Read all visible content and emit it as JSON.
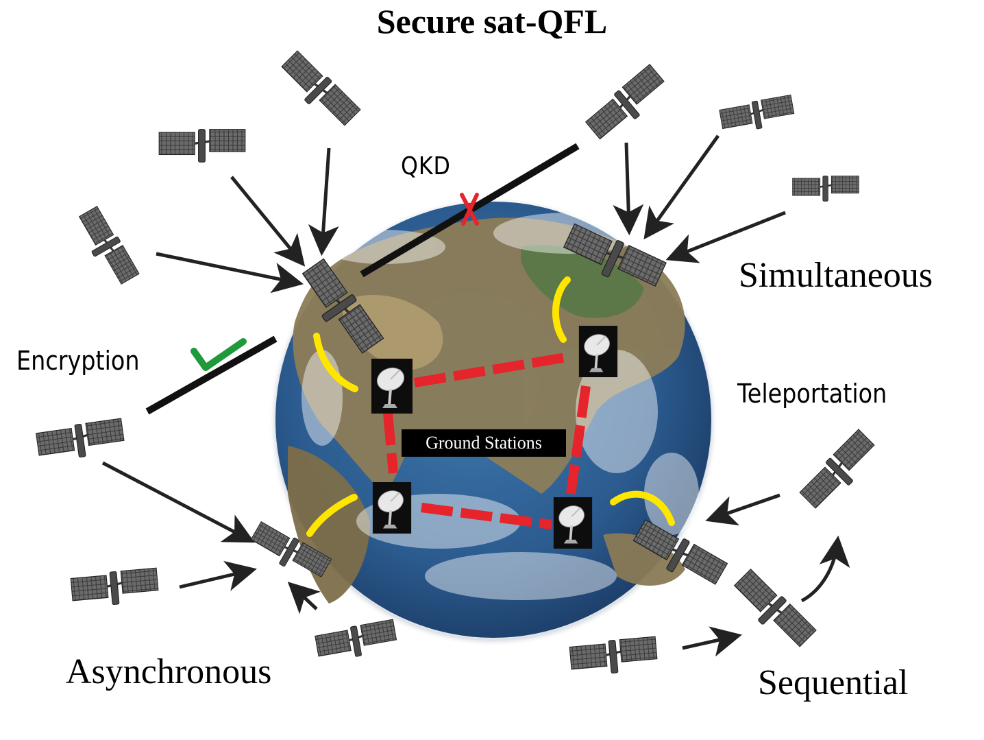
{
  "title": "Secure sat-QFL",
  "labels": {
    "simultaneous": "Simultaneous",
    "asynchronous": "Asynchronous",
    "sequential": "Sequential",
    "qkd": "QKD",
    "encryption": "Encryption",
    "teleportation": "Teleportation",
    "ground_stations": "Ground Stations"
  },
  "colors": {
    "ocean": "#2d5e93",
    "land": "#8a7a55",
    "link_red": "#e6242b",
    "arc_yellow": "#ffe600",
    "check_green": "#1f9a3a",
    "cross_red": "#e6242b",
    "arrow": "#222222"
  },
  "icons": {
    "satellite": "satellite-icon",
    "ground_station": "satellite-dish-icon",
    "check": "check-mark-icon",
    "cross": "cross-mark-icon"
  }
}
